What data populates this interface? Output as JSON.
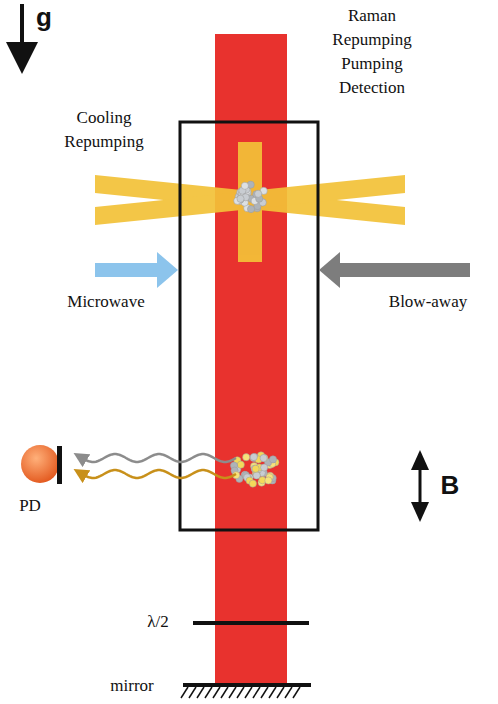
{
  "diagram": {
    "labels": [
      "g",
      "Raman",
      "Repumping",
      "Pumping",
      "Detection",
      "Cooling",
      "Repumping",
      "Microwave",
      "Blow-away",
      "PD",
      "B",
      "λ/2",
      "mirror"
    ]
  }
}
